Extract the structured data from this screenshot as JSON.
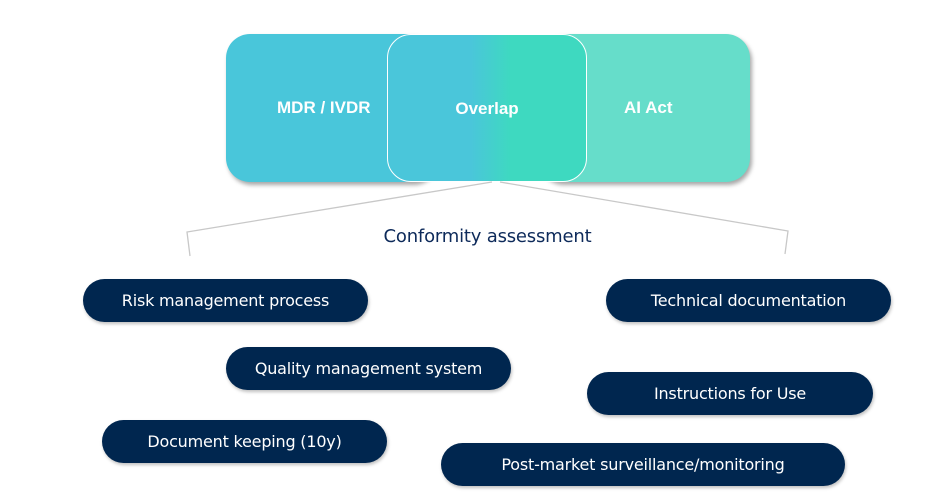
{
  "diagram": {
    "regulations": {
      "left": {
        "label": "MDR / IVDR",
        "color": "#49c6da"
      },
      "overlap": {
        "label": "Overlap",
        "gradient_from": "#4ac6da",
        "gradient_to": "#3ed9c0"
      },
      "right": {
        "label": "AI Act",
        "color": "#66ddca"
      }
    },
    "conformity_label": "Conformity assessment",
    "pill_color": "#00264f",
    "requirements_left": [
      {
        "label": "Risk management process"
      },
      {
        "label": "Quality management system"
      },
      {
        "label": "Document keeping (10y)"
      }
    ],
    "requirements_right": [
      {
        "label": "Technical documentation"
      },
      {
        "label": "Instructions for Use"
      },
      {
        "label": "Post-market surveillance/monitoring"
      }
    ]
  }
}
